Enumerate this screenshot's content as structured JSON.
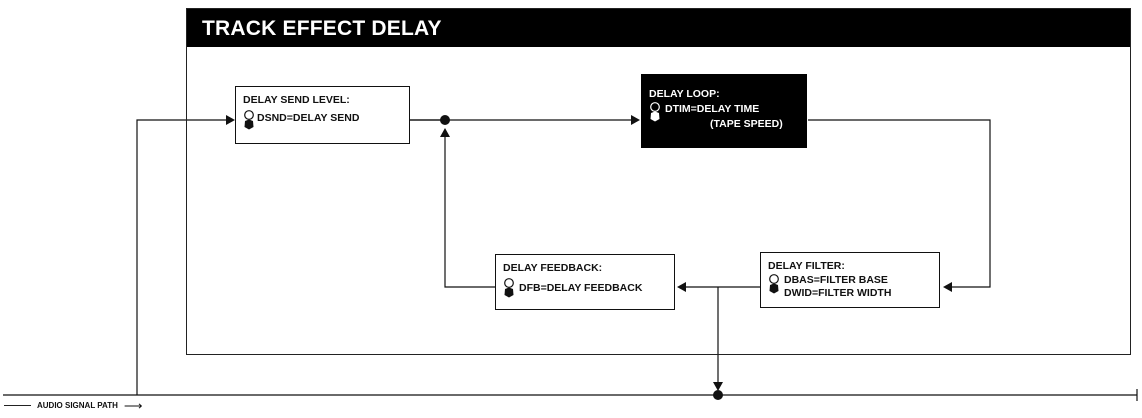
{
  "header": {
    "title": "TRACK EFFECT DELAY"
  },
  "blocks": {
    "send": {
      "title": "DELAY SEND LEVEL:",
      "params": [
        "DSND=DELAY SEND"
      ]
    },
    "loop": {
      "title": "DELAY LOOP:",
      "params": [
        "DTIM=DELAY TIME",
        "(TAPE SPEED)"
      ]
    },
    "filter": {
      "title": "DELAY FILTER:",
      "params": [
        "DBAS=FILTER BASE",
        "DWID=FILTER WIDTH"
      ]
    },
    "feedback": {
      "title": "DELAY FEEDBACK:",
      "params": [
        "DFB=DELAY FEEDBACK"
      ]
    }
  },
  "footer": {
    "label": "AUDIO SIGNAL PATH"
  },
  "colors": {
    "line": "#111111",
    "dark_block": "#000000",
    "background": "#ffffff"
  },
  "icons": [
    "knob-icon",
    "arrow-right-icon",
    "arrow-left-icon",
    "arrow-up-icon",
    "arrow-down-icon",
    "junction-dot-icon"
  ]
}
